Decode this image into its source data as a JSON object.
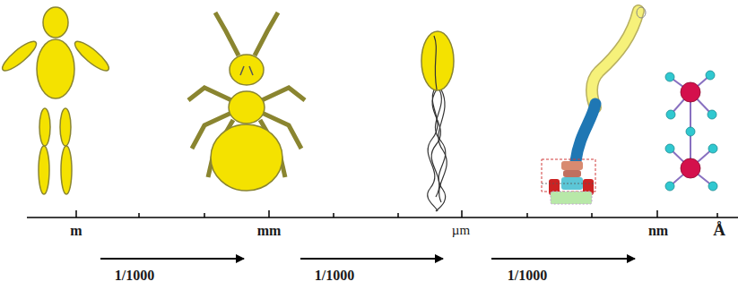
{
  "diagram": {
    "labels": [
      "m",
      "mm",
      "µm",
      "nm",
      "Å",
      "1/1000",
      "1/1000",
      "1/1000"
    ]
  }
}
